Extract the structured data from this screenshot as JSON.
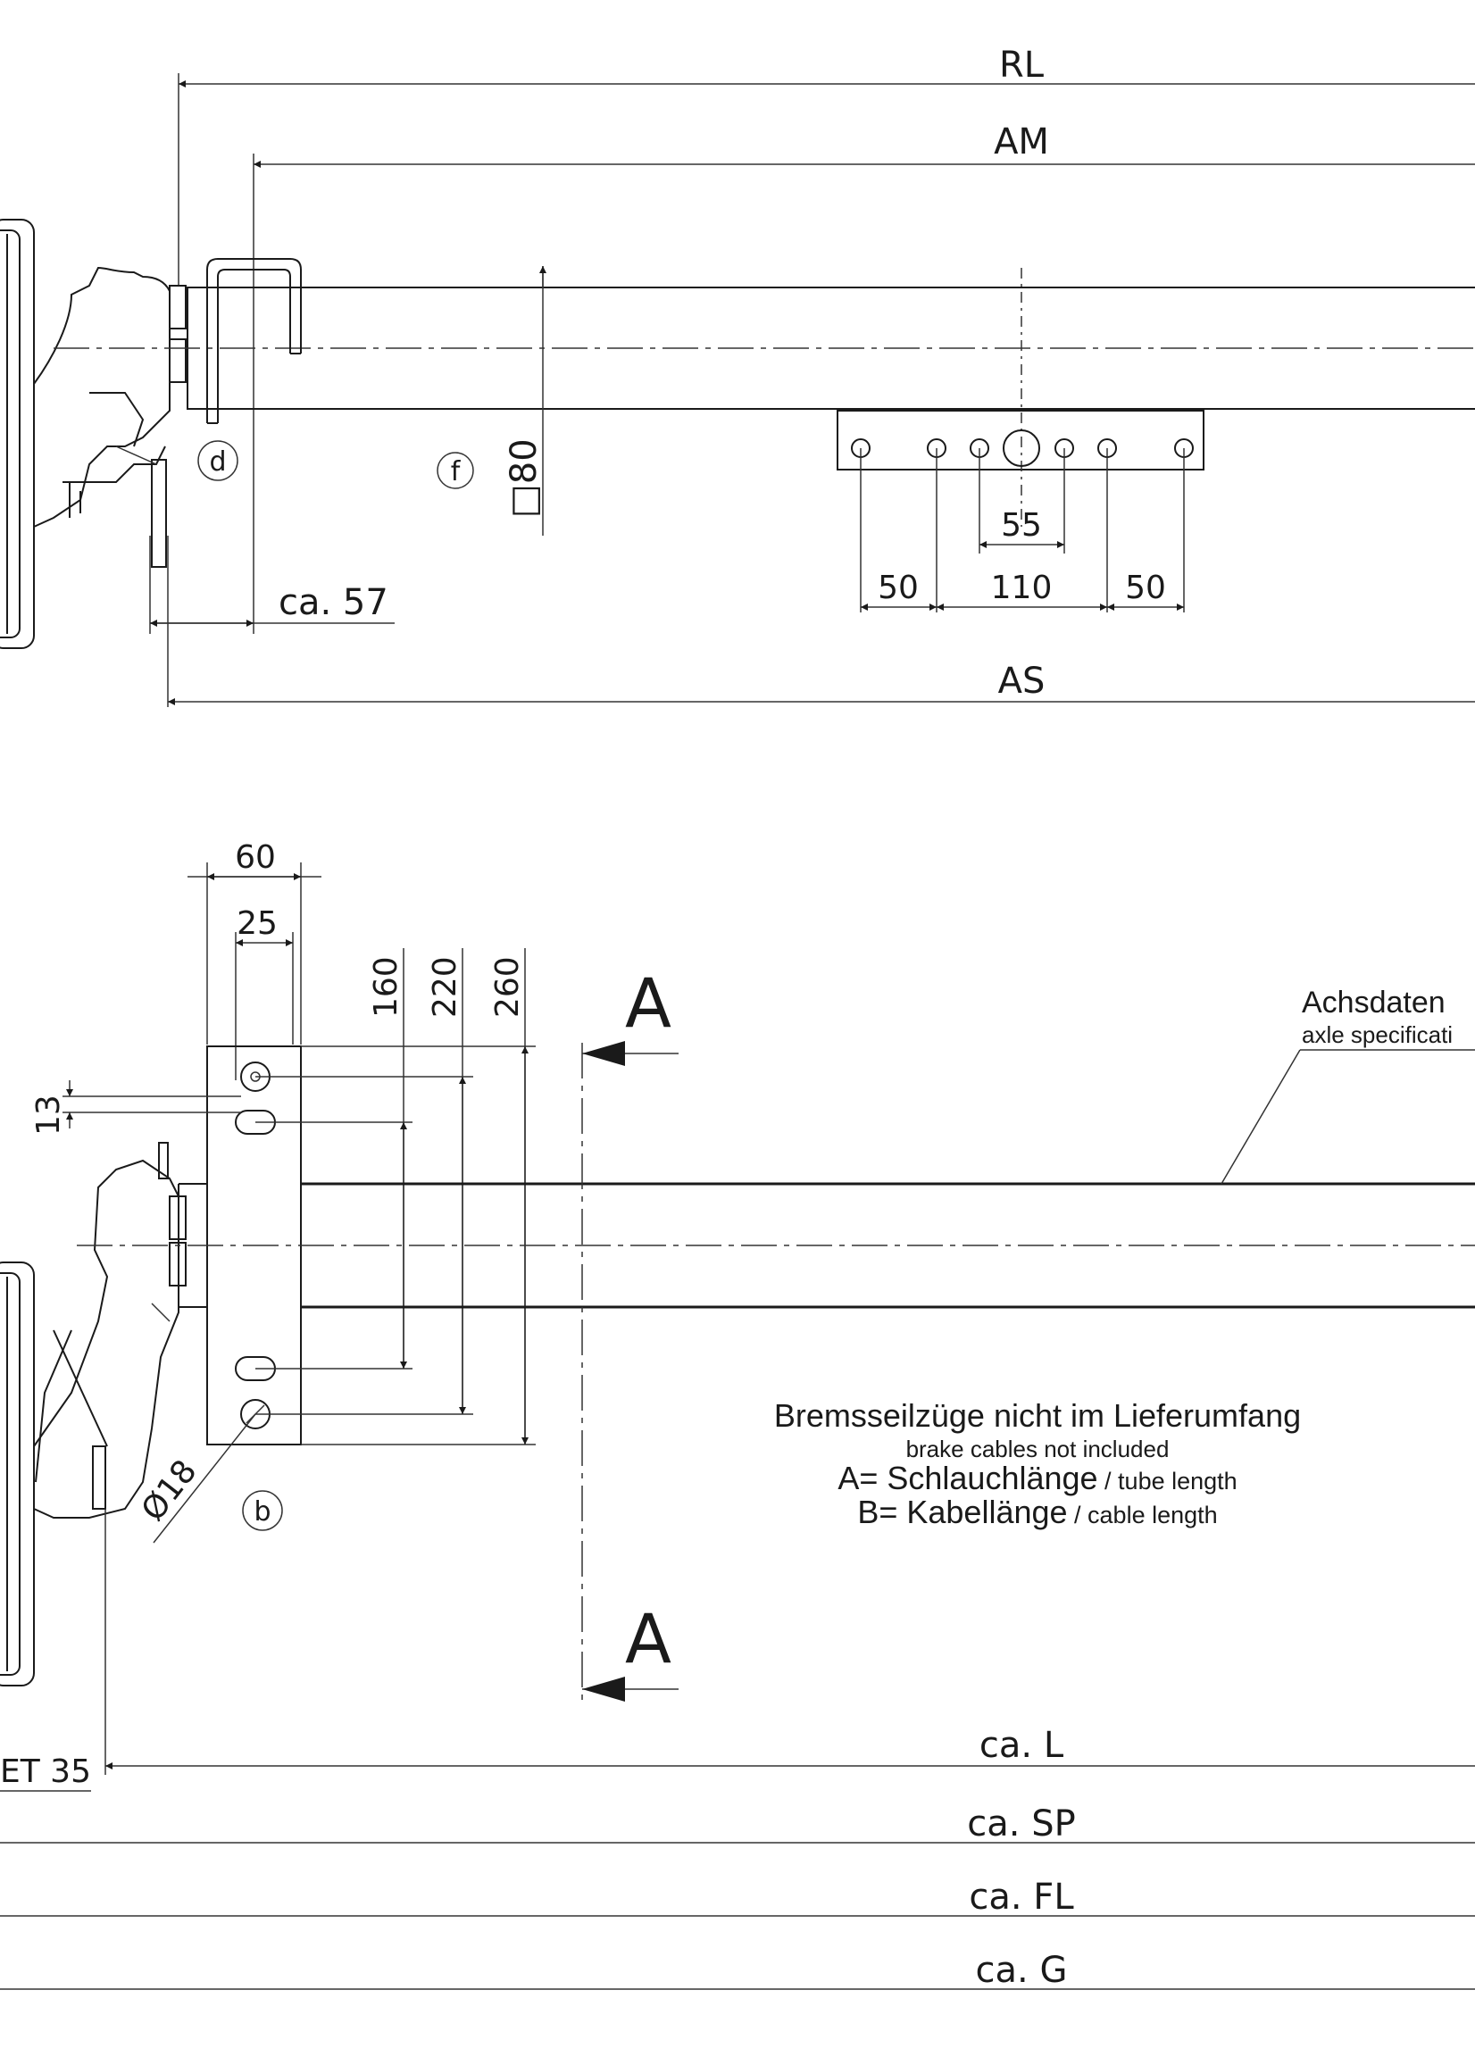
{
  "top_view": {
    "dims": {
      "rl": "RL",
      "am": "AM",
      "as": "AS",
      "ca57": "ca. 57",
      "sq80": "□80",
      "d55": "55",
      "d50a": "50",
      "d110": "110",
      "d50b": "50"
    },
    "labels": {
      "d": "d",
      "f": "f"
    }
  },
  "bottom_view": {
    "dims": {
      "d60": "60",
      "d25": "25",
      "d13": "13",
      "d160": "160",
      "d220": "220",
      "d260": "260",
      "dia18": "Ø18",
      "et35": "ET 35",
      "ca_l": "ca. L",
      "ca_sp": "ca. SP",
      "ca_fl": "ca. FL",
      "ca_g": "ca. G"
    },
    "section_a_top": "A",
    "section_a_bottom": "A",
    "label_b": "b",
    "axle_spec_de": "Achsdaten",
    "axle_spec_en": "axle specificati",
    "notes": {
      "line1": "Bremsseilzüge nicht im Lieferumfang",
      "line2": "brake cables not included",
      "line3_main": "A= Schlauchlänge",
      "line3_sub": " / tube length",
      "line4_main": "B= Kabellänge",
      "line4_sub": " / cable length"
    }
  }
}
